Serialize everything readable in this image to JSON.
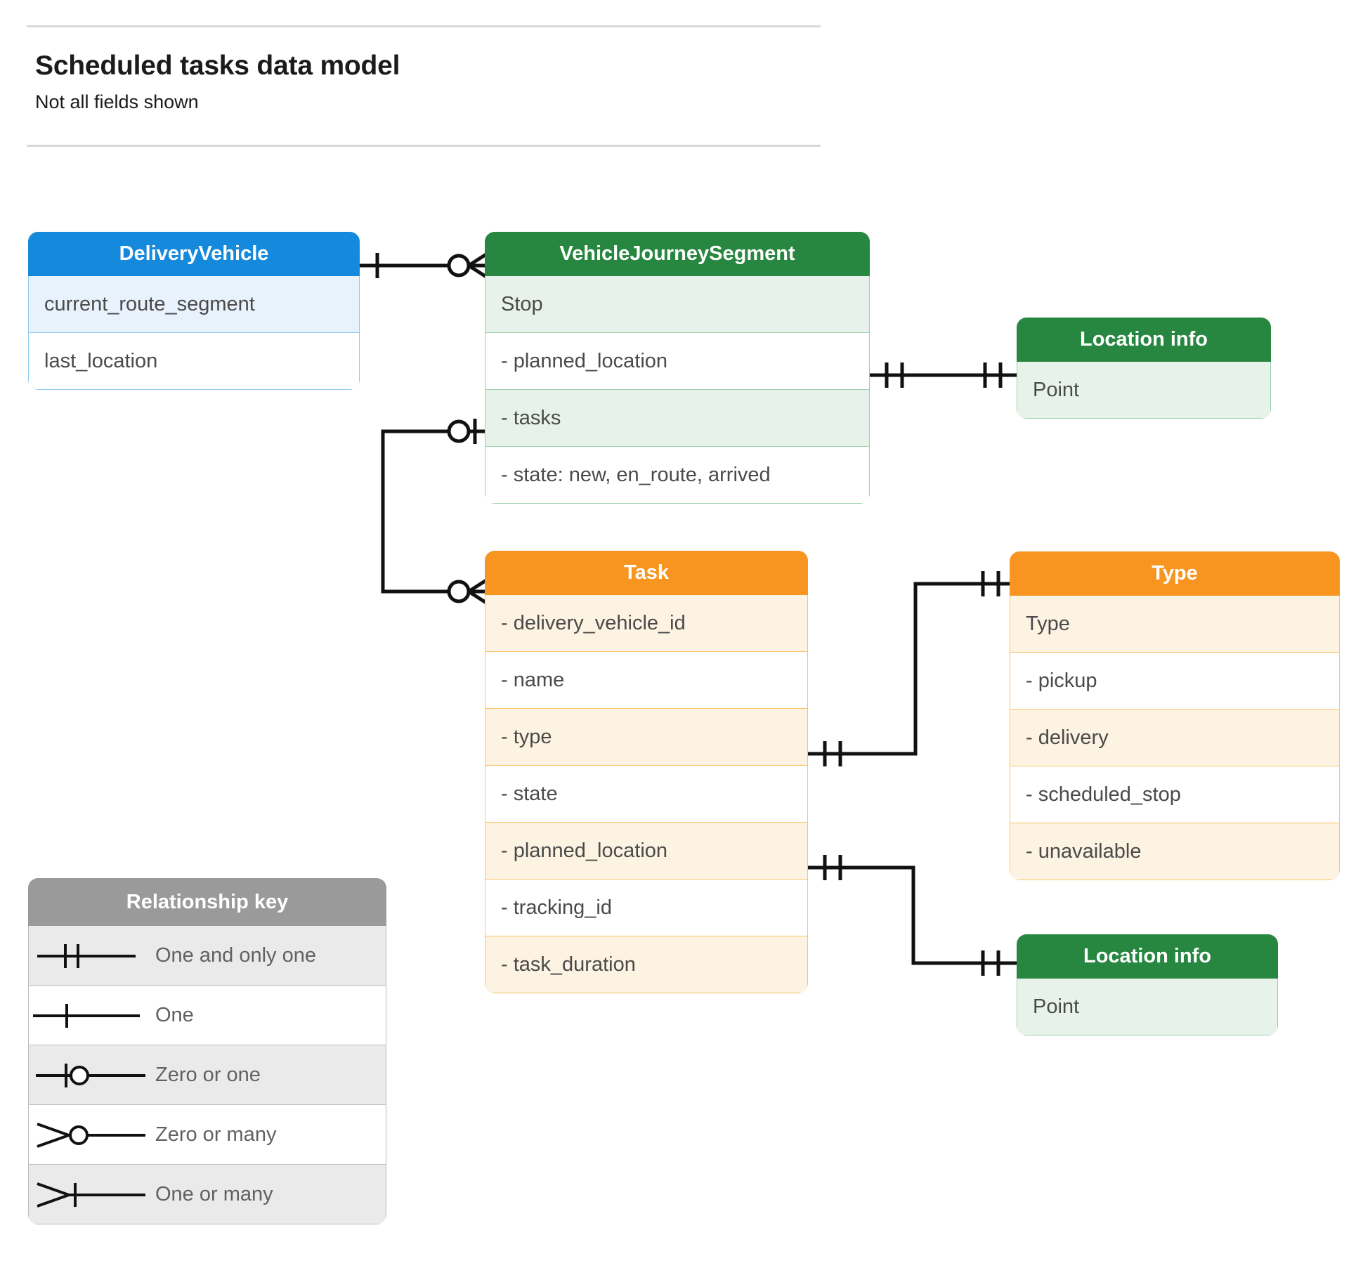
{
  "header": {
    "title": "Scheduled tasks data model",
    "subtitle": "Not all fields shown"
  },
  "entities": {
    "delivery_vehicle": {
      "title": "DeliveryVehicle",
      "color": "#1589dc",
      "fields": [
        "current_route_segment",
        "last_location"
      ]
    },
    "vehicle_journey_segment": {
      "title": "VehicleJourneySegment",
      "color": "#27863f",
      "fields": [
        "Stop",
        "-  planned_location",
        "- tasks",
        "- state: new, en_route, arrived"
      ]
    },
    "location_info_top": {
      "title": "Location info",
      "color": "#27863f",
      "fields": [
        "Point"
      ]
    },
    "location_info_bottom": {
      "title": "Location info",
      "color": "#27863f",
      "fields": [
        "Point"
      ]
    },
    "task": {
      "title": "Task",
      "color": "#f89521",
      "fields": [
        "- delivery_vehicle_id",
        "- name",
        "- type",
        "- state",
        "- planned_location",
        "- tracking_id",
        "- task_duration"
      ]
    },
    "type": {
      "title": "Type",
      "color": "#f89521",
      "fields": [
        "Type",
        "-   pickup",
        "-   delivery",
        "-   scheduled_stop",
        "-   unavailable"
      ]
    }
  },
  "legend": {
    "title": "Relationship key",
    "items": [
      {
        "symbol": "one-and-only-one",
        "label": "One and only one"
      },
      {
        "symbol": "one",
        "label": "One"
      },
      {
        "symbol": "zero-or-one",
        "label": "Zero or one"
      },
      {
        "symbol": "zero-or-many",
        "label": "Zero or many"
      },
      {
        "symbol": "one-or-many",
        "label": "One or many"
      }
    ]
  },
  "relationships": [
    {
      "from": "delivery_vehicle",
      "from_cardinality": "one",
      "to": "vehicle_journey_segment",
      "to_cardinality": "zero-or-many"
    },
    {
      "from": "vehicle_journey_segment.tasks",
      "from_cardinality": "zero-or-one",
      "to": "task",
      "to_cardinality": "zero-or-many"
    },
    {
      "from": "vehicle_journey_segment.planned_location",
      "from_cardinality": "one-and-only-one",
      "to": "location_info_top",
      "to_cardinality": "one-and-only-one"
    },
    {
      "from": "task.type",
      "from_cardinality": "one-and-only-one",
      "to": "type",
      "to_cardinality": "one-and-only-one"
    },
    {
      "from": "task.planned_location",
      "from_cardinality": "one-and-only-one",
      "to": "location_info_bottom",
      "to_cardinality": "one-and-only-one"
    }
  ]
}
